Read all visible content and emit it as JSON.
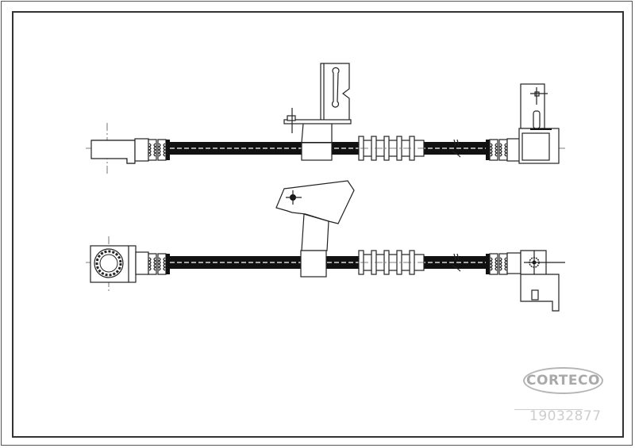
{
  "drawing": {
    "subject": "brake-hose-technical-drawing",
    "views": [
      {
        "name": "upper-hose-view",
        "left_fitting": "banjo-straight-male",
        "bracket": "mounting-bracket-with-slot",
        "right_fitting": "angled-female-with-tab"
      },
      {
        "name": "lower-hose-view",
        "left_fitting": "banjo-eye",
        "bracket": "angled-mounting-bracket",
        "right_fitting": "angled-female-with-tab"
      }
    ]
  },
  "brand": {
    "name": "CORTECO",
    "color": "#a9a9a9"
  },
  "part_number": "19032877",
  "colors": {
    "line": "#222222",
    "hose": "#111111",
    "frame": "#333333"
  }
}
